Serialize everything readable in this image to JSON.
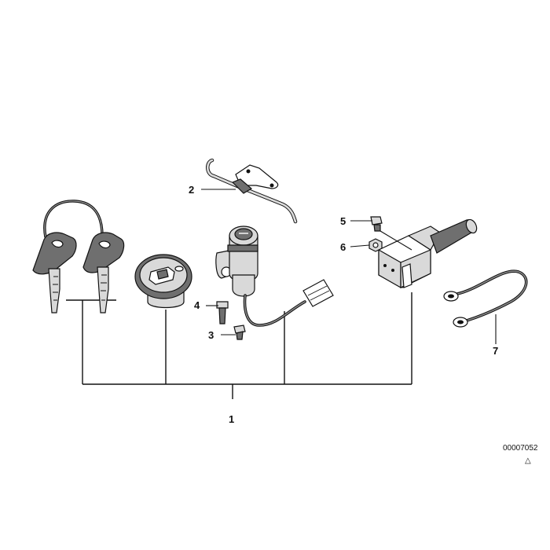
{
  "callouts": {
    "c1": "1",
    "c2": "2",
    "c3": "3",
    "c4": "4",
    "c5": "5",
    "c6": "6",
    "c7": "7"
  },
  "footer": {
    "doc_number": "00007052",
    "symbol": "△"
  }
}
